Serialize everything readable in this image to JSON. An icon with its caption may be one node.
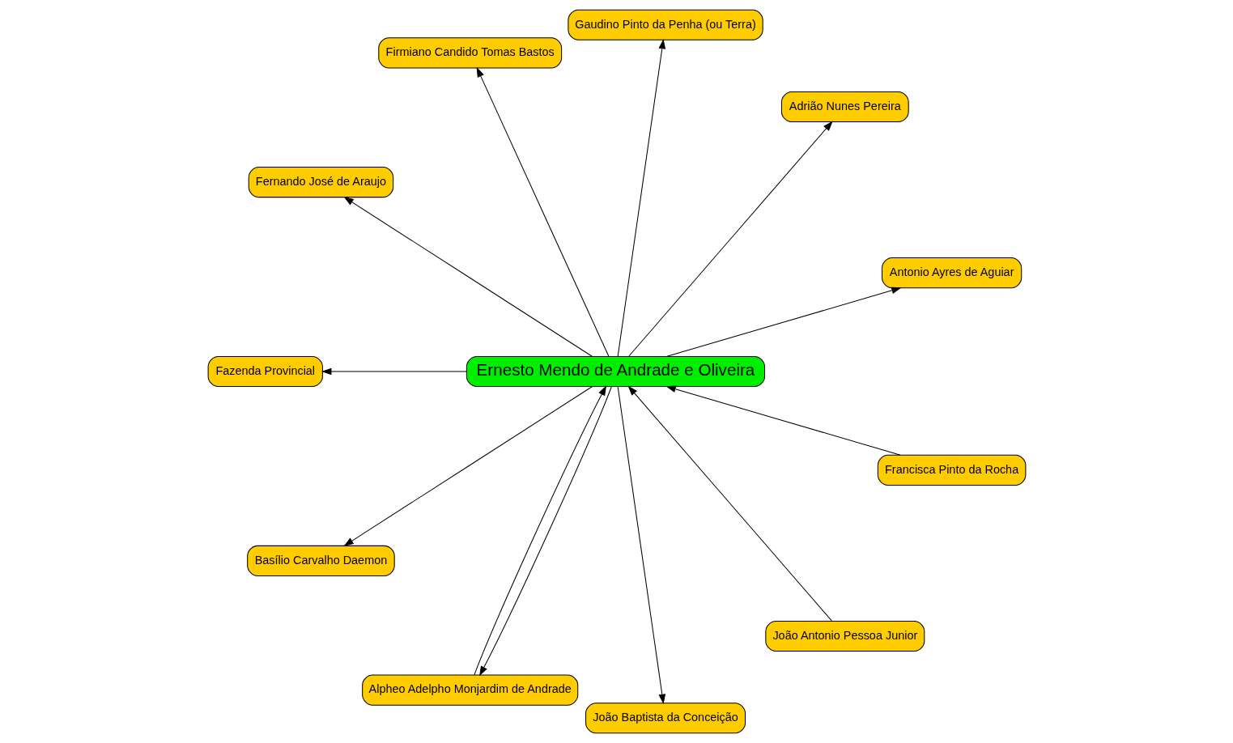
{
  "diagram": {
    "nodes": [
      {
        "text": [
          "Ernesto Mendo de Andrade e Oliveira"
        ]
      },
      {
        "text": [
          "Antonio Ayres de Aguiar"
        ]
      },
      {
        "text": [
          "Adrião Nunes Pereira"
        ]
      },
      {
        "text": [
          "Gaudino Pinto da Penha (ou Terra)"
        ]
      },
      {
        "text": [
          "Firmiano Candido Tomas Bastos"
        ]
      },
      {
        "text": [
          "Fernando José de Araujo"
        ]
      },
      {
        "text": [
          "Fazenda Provincial"
        ]
      },
      {
        "text": [
          "João Antonio Pessoa Junior"
        ]
      },
      {
        "text": [
          "Basílio Carvalho Daemon"
        ]
      },
      {
        "text": [
          "Alpheo Adelpho Monjardim de Andrade"
        ]
      },
      {
        "text": [
          "João Baptista da Conceição"
        ]
      },
      {
        "text": [
          "Francisca Pinto da Rocha"
        ]
      }
    ],
    "edges": [
      {
        "from": 0,
        "to": 1,
        "arrow": "to"
      },
      {
        "from": 0,
        "to": 2,
        "arrow": "to"
      },
      {
        "from": 0,
        "to": 3,
        "arrow": "to"
      },
      {
        "from": 0,
        "to": 4,
        "arrow": "to"
      },
      {
        "from": 0,
        "to": 5,
        "arrow": "to"
      },
      {
        "from": 0,
        "to": 6,
        "arrow": "to"
      },
      {
        "from": 7,
        "to": 0,
        "arrow": "to"
      },
      {
        "from": 0,
        "to": 8,
        "arrow": "to"
      },
      {
        "from": 9,
        "to": 0,
        "arrow": "to"
      },
      {
        "from": 0,
        "to": 9,
        "arrow": "to"
      },
      {
        "from": 0,
        "to": 10,
        "arrow": "to"
      },
      {
        "from": 11,
        "to": 0,
        "arrow": "to"
      }
    ]
  }
}
